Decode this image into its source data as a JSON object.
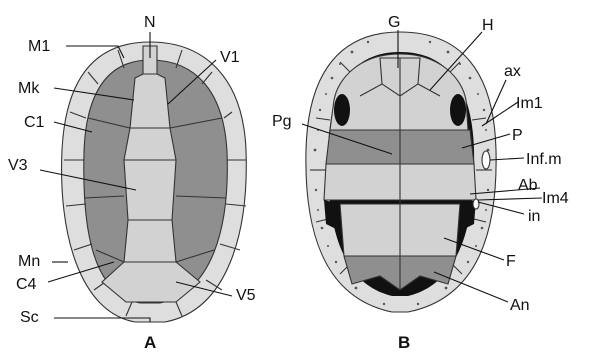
{
  "colors": {
    "scute_dark": "#8f8f8f",
    "scute_light": "#d2d2d2",
    "marginal": "#dedede",
    "outline": "#333333",
    "black": "#111111"
  },
  "panels": [
    {
      "id": "carapace",
      "panel_label": "A",
      "labels": [
        {
          "id": "M1",
          "text": "M1"
        },
        {
          "id": "N",
          "text": "N"
        },
        {
          "id": "V1",
          "text": "V1"
        },
        {
          "id": "Mk",
          "text": "Mk"
        },
        {
          "id": "C1",
          "text": "C1"
        },
        {
          "id": "V3",
          "text": "V3"
        },
        {
          "id": "Mn",
          "text": "Mn"
        },
        {
          "id": "C4",
          "text": "C4"
        },
        {
          "id": "V5",
          "text": "V5"
        },
        {
          "id": "Sc",
          "text": "Sc"
        }
      ]
    },
    {
      "id": "plastron",
      "panel_label": "B",
      "labels": [
        {
          "id": "G",
          "text": "G"
        },
        {
          "id": "H",
          "text": "H"
        },
        {
          "id": "ax",
          "text": "ax"
        },
        {
          "id": "Im1",
          "text": "Im1"
        },
        {
          "id": "Pg",
          "text": "Pg"
        },
        {
          "id": "P",
          "text": "P"
        },
        {
          "id": "Infm",
          "text": "Inf.m"
        },
        {
          "id": "Ab",
          "text": "Ab"
        },
        {
          "id": "Im4",
          "text": "Im4"
        },
        {
          "id": "in",
          "text": "in"
        },
        {
          "id": "F",
          "text": "F"
        },
        {
          "id": "An",
          "text": "An"
        }
      ]
    }
  ]
}
